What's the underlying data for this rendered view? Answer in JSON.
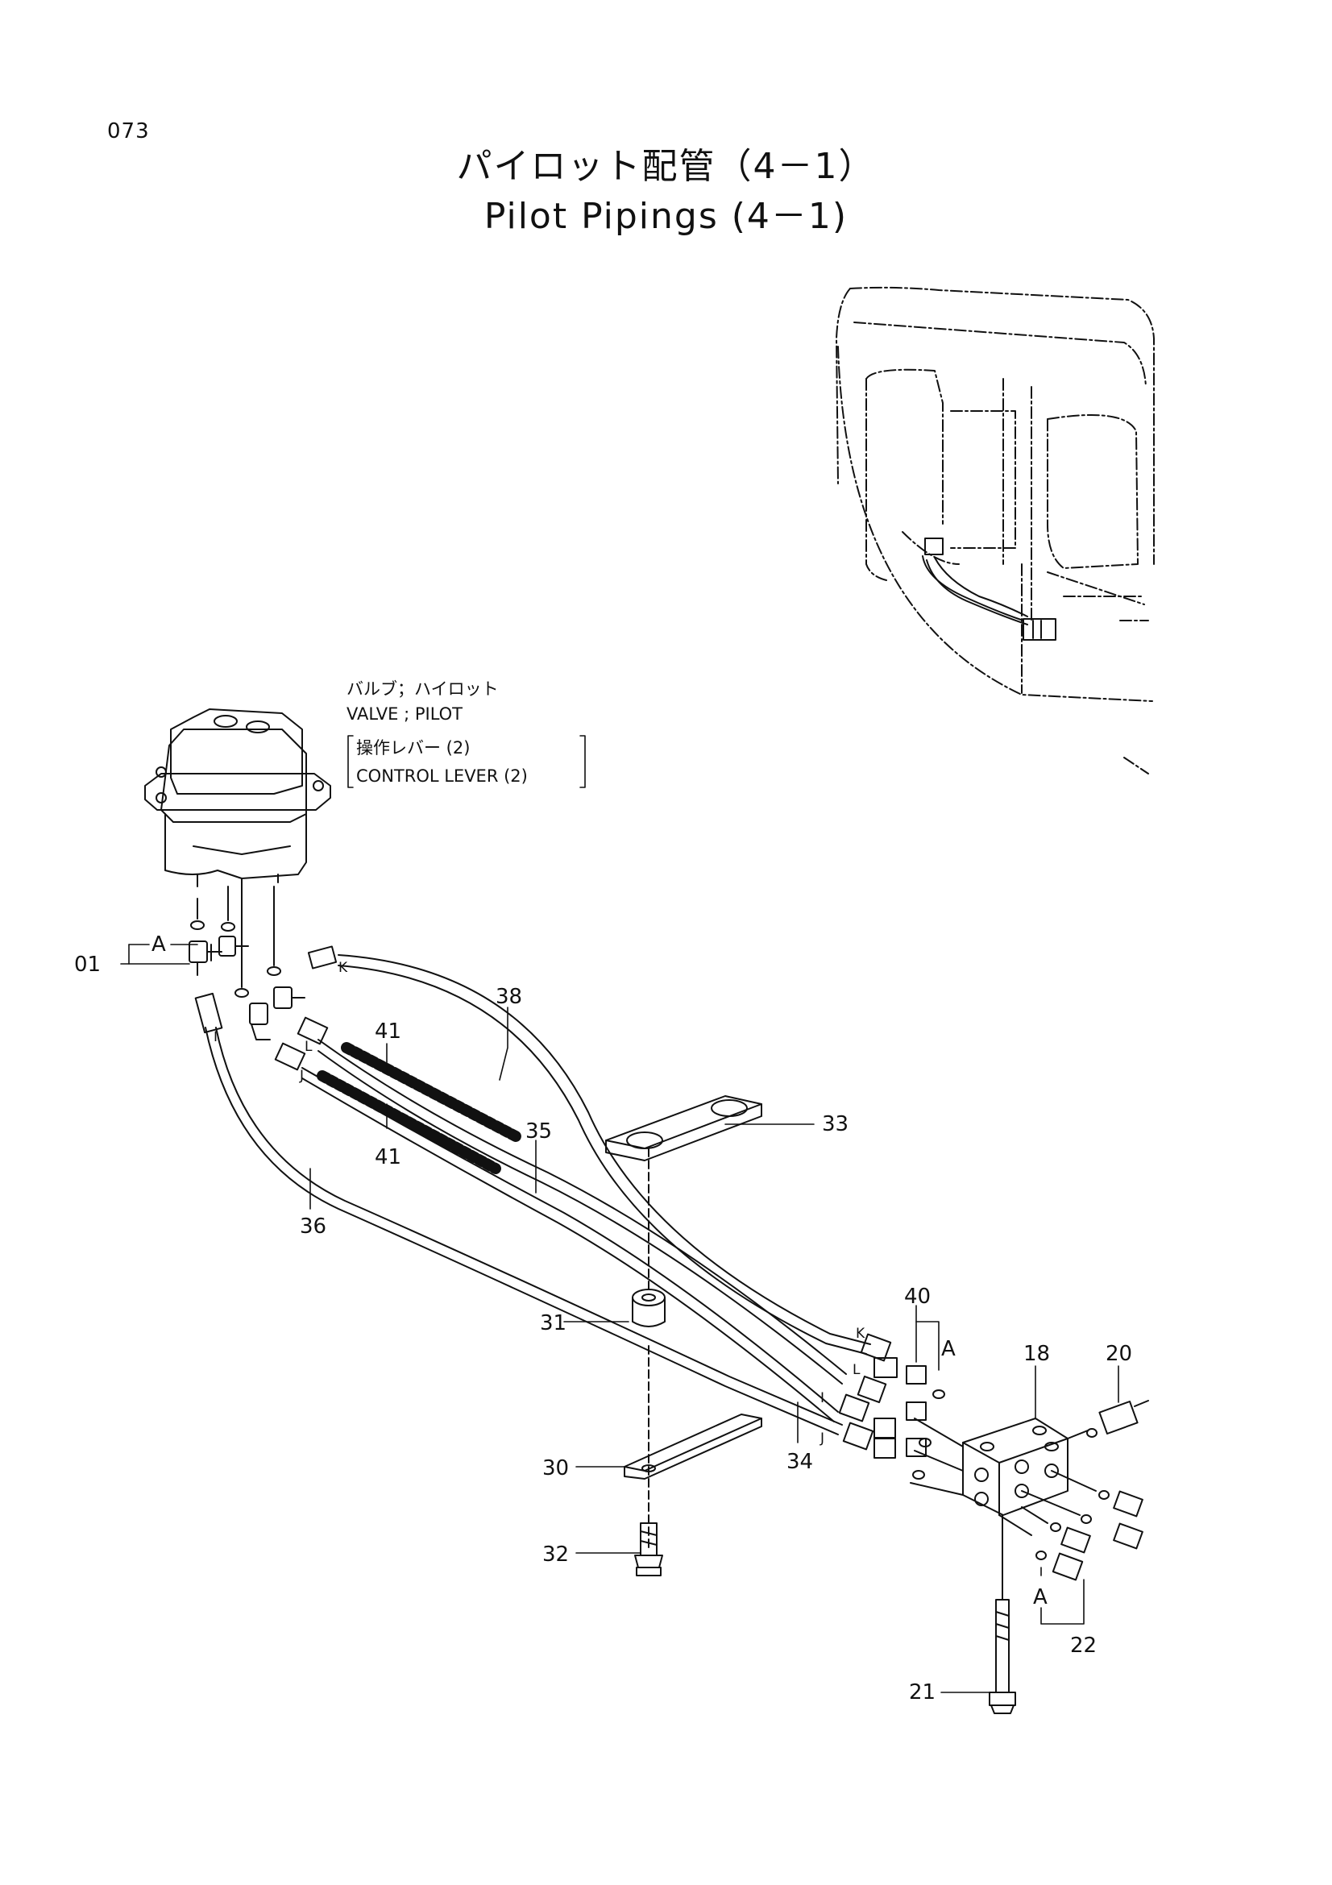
{
  "page_number": "073",
  "title": {
    "jp": "パイロット配管（4－1）",
    "en": "Pilot Pipings (4－1)"
  },
  "valve_note": {
    "line1": "バルブ；ハイロット",
    "line2": "VALVE ; PILOT",
    "line3": "操作レバー (2)",
    "line4": "CONTROL  LEVER (2)"
  },
  "callouts": {
    "c01": "01",
    "cA1": "A",
    "c38": "38",
    "c41a": "41",
    "c41b": "41",
    "c35": "35",
    "c36": "36",
    "c33": "33",
    "c40": "40",
    "cA2": "A",
    "c18": "18",
    "c20": "20",
    "c31": "31",
    "c30": "30",
    "c34": "34",
    "c32": "32",
    "cA3": "A",
    "c22": "22",
    "c21": "21"
  },
  "port_letters": {
    "K1": "K",
    "L1": "L",
    "J1": "J",
    "I1": "I",
    "K2": "K",
    "L2": "L",
    "I2": "I",
    "J2": "J"
  }
}
